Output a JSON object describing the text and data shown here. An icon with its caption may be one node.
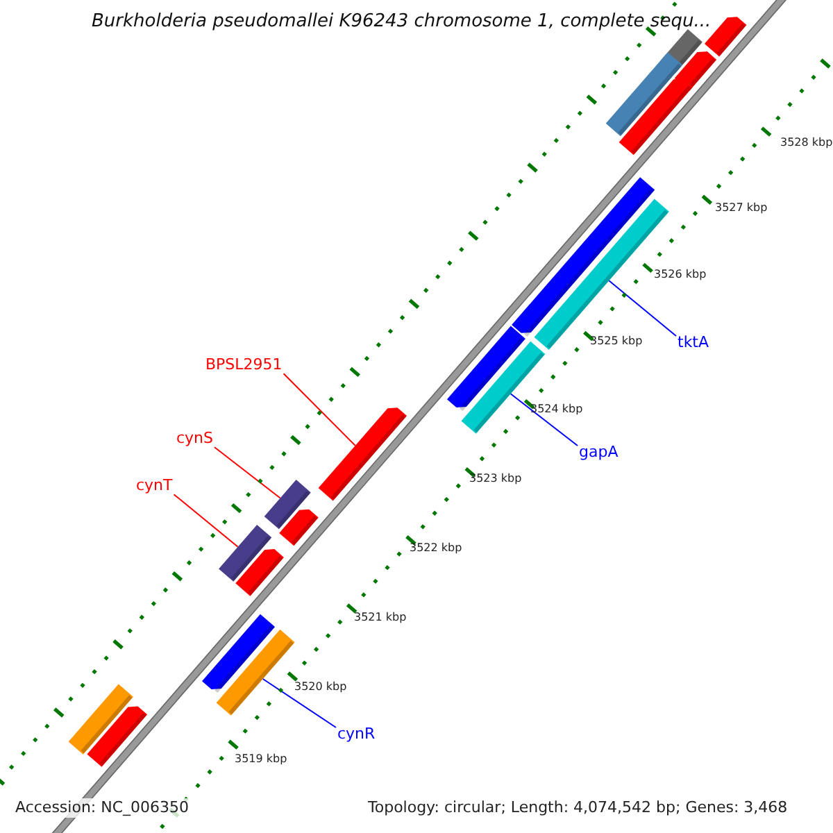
{
  "diagram": {
    "title": "Burkholderia pseudomallei K96243 chromosome 1, complete sequ...",
    "nodes": [
      {
        "text": [
          "BPSL2951"
        ]
      },
      {
        "text": [],
        "shape": "arrow"
      },
      {
        "text": [
          "cynS"
        ]
      },
      {
        "text": [],
        "shape": "bar"
      },
      {
        "text": [
          "cynT"
        ]
      },
      {
        "text": [],
        "shape": "bar"
      },
      {
        "text": [
          "tktA"
        ]
      },
      {
        "text": [],
        "shape": "bar"
      },
      {
        "text": [
          "gapA"
        ]
      },
      {
        "text": [],
        "shape": "bar"
      },
      {
        "text": [
          "cynR"
        ]
      },
      {
        "text": [],
        "shape": "bar"
      },
      {
        "text": [],
        "shape": "bar"
      },
      {
        "text": [],
        "shape": "arrow"
      },
      {
        "text": [],
        "shape": "arrow"
      },
      {
        "text": [],
        "shape": "bar"
      },
      {
        "text": [],
        "shape": "arrow"
      },
      {
        "text": [],
        "shape": "arrow"
      },
      {
        "text": [],
        "shape": "arrow"
      },
      {
        "text": [],
        "shape": "arrow"
      },
      {
        "text": [],
        "shape": "arrow"
      },
      {
        "text": [],
        "shape": "arrow"
      },
      {
        "text": [],
        "shape": "bar"
      },
      {
        "text": [],
        "shape": "arrow"
      }
    ],
    "edges": [
      {
        "from": 0,
        "to": 1,
        "arrow": "none",
        "color": "#ff0000"
      },
      {
        "from": 2,
        "to": 3,
        "arrow": "none",
        "color": "#ff0000"
      },
      {
        "from": 4,
        "to": 5,
        "arrow": "none",
        "color": "#ff0000"
      },
      {
        "from": 6,
        "to": 7,
        "arrow": "none",
        "color": "#0000ff"
      },
      {
        "from": 8,
        "to": 9,
        "arrow": "none",
        "color": "#0000ff"
      },
      {
        "from": 10,
        "to": 11,
        "arrow": "none",
        "color": "#0000ff"
      }
    ],
    "labels": [
      "3528 kbp",
      "3527 kbp",
      "3526 kbp",
      "3525 kbp",
      "3524 kbp",
      "3523 kbp",
      "3522 kbp",
      "3521 kbp",
      "3520 kbp",
      "3519 kbp",
      "Accession: NC_006350",
      "Topology: circular; Length: 4,074,542 bp; Genes: 3,468"
    ]
  }
}
